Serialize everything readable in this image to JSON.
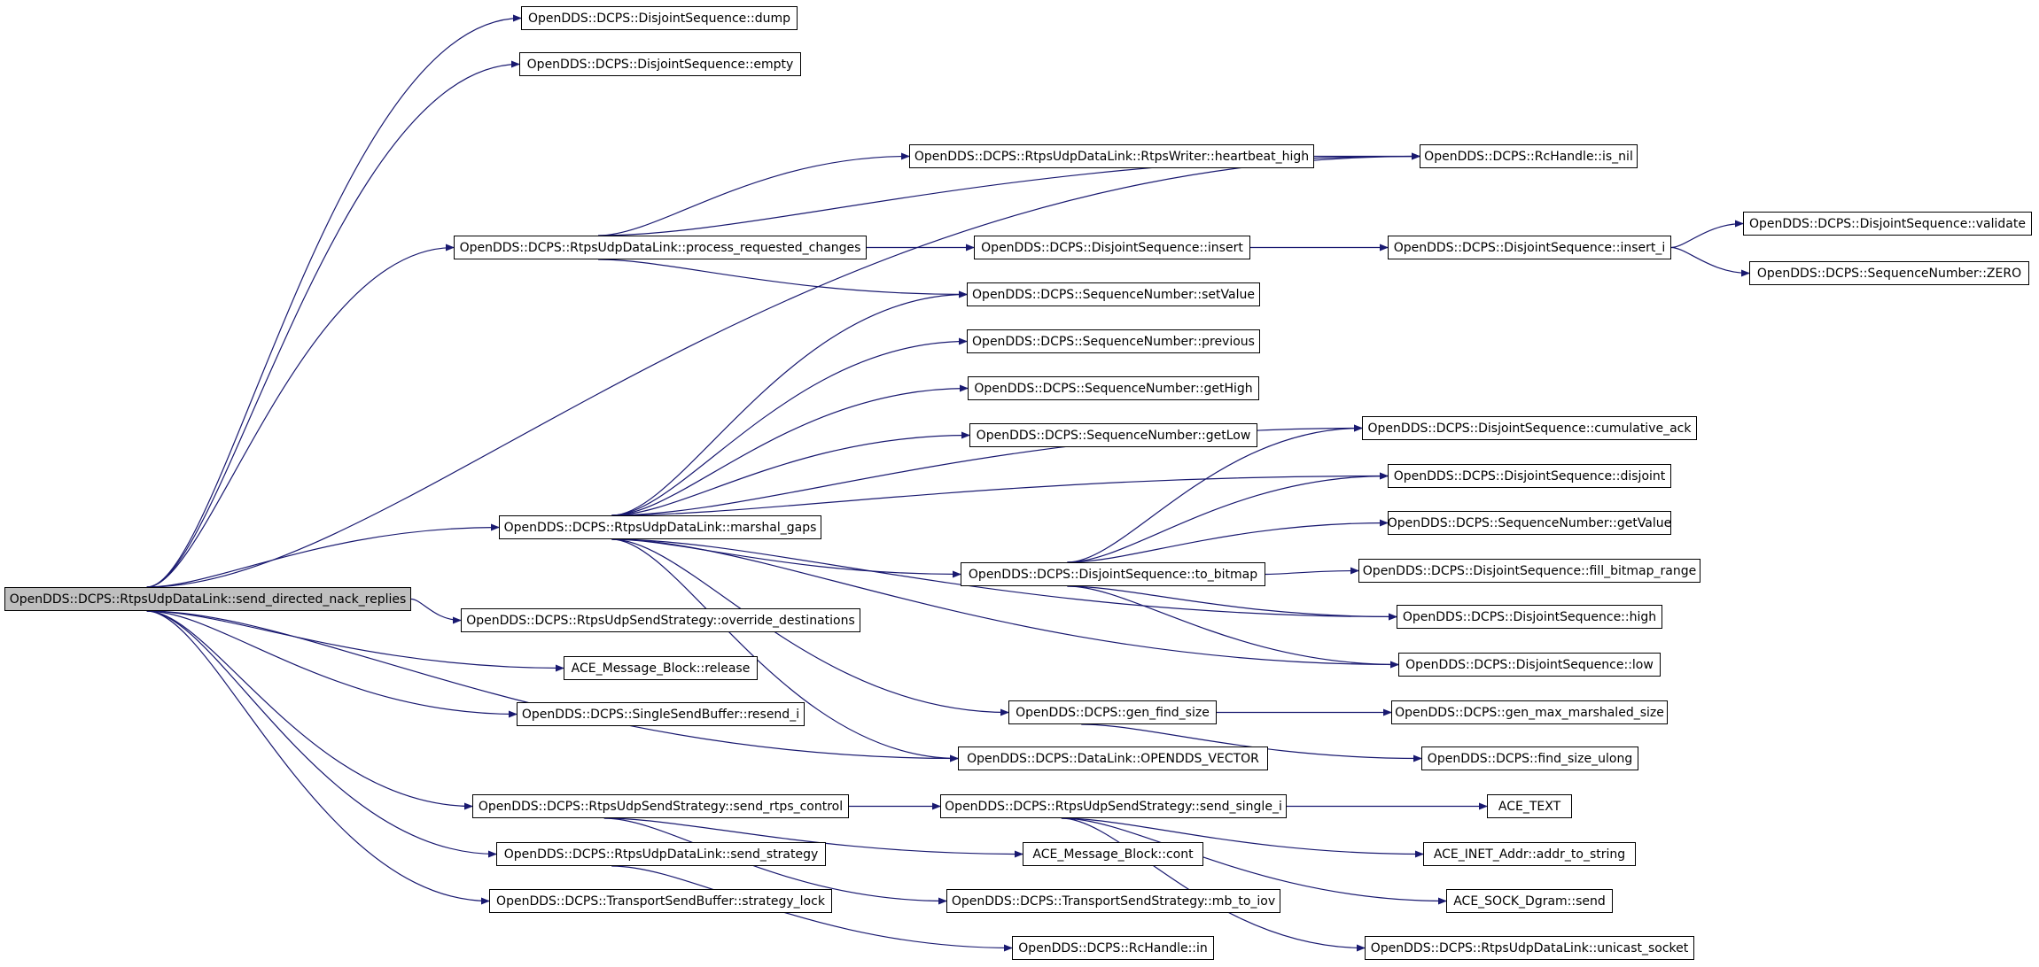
{
  "graph": {
    "root": "n_root",
    "nodes": [
      {
        "id": "n_root",
        "label": "OpenDDS::DCPS::RtpsUdpDataLink::send_directed_nack_replies"
      },
      {
        "id": "n_dump",
        "label": "OpenDDS::DCPS::DisjointSequence::dump"
      },
      {
        "id": "n_empty",
        "label": "OpenDDS::DCPS::DisjointSequence::empty"
      },
      {
        "id": "n_hb_high",
        "label": "OpenDDS::DCPS::RtpsUdpDataLink::RtpsWriter::heartbeat_high"
      },
      {
        "id": "n_is_nil",
        "label": "OpenDDS::DCPS::RcHandle::is_nil"
      },
      {
        "id": "n_prc",
        "label": "OpenDDS::DCPS::RtpsUdpDataLink::process_requested_changes"
      },
      {
        "id": "n_insert",
        "label": "OpenDDS::DCPS::DisjointSequence::insert"
      },
      {
        "id": "n_insert_i",
        "label": "OpenDDS::DCPS::DisjointSequence::insert_i"
      },
      {
        "id": "n_validate",
        "label": "OpenDDS::DCPS::DisjointSequence::validate"
      },
      {
        "id": "n_zero",
        "label": "OpenDDS::DCPS::SequenceNumber::ZERO"
      },
      {
        "id": "n_setvalue",
        "label": "OpenDDS::DCPS::SequenceNumber::setValue"
      },
      {
        "id": "n_previous",
        "label": "OpenDDS::DCPS::SequenceNumber::previous"
      },
      {
        "id": "n_gethigh",
        "label": "OpenDDS::DCPS::SequenceNumber::getHigh"
      },
      {
        "id": "n_getlow",
        "label": "OpenDDS::DCPS::SequenceNumber::getLow"
      },
      {
        "id": "n_cumack",
        "label": "OpenDDS::DCPS::DisjointSequence::cumulative_ack"
      },
      {
        "id": "n_disjoint",
        "label": "OpenDDS::DCPS::DisjointSequence::disjoint"
      },
      {
        "id": "n_marshal",
        "label": "OpenDDS::DCPS::RtpsUdpDataLink::marshal_gaps"
      },
      {
        "id": "n_getvalue",
        "label": "OpenDDS::DCPS::SequenceNumber::getValue"
      },
      {
        "id": "n_tobitmap",
        "label": "OpenDDS::DCPS::DisjointSequence::to_bitmap"
      },
      {
        "id": "n_fillbm",
        "label": "OpenDDS::DCPS::DisjointSequence::fill_bitmap_range"
      },
      {
        "id": "n_high",
        "label": "OpenDDS::DCPS::DisjointSequence::high"
      },
      {
        "id": "n_override",
        "label": "OpenDDS::DCPS::RtpsUdpSendStrategy::override_destinations"
      },
      {
        "id": "n_low",
        "label": "OpenDDS::DCPS::DisjointSequence::low"
      },
      {
        "id": "n_release",
        "label": "ACE_Message_Block::release"
      },
      {
        "id": "n_genfind",
        "label": "OpenDDS::DCPS::gen_find_size"
      },
      {
        "id": "n_genmax",
        "label": "OpenDDS::DCPS::gen_max_marshaled_size"
      },
      {
        "id": "n_resend",
        "label": "OpenDDS::DCPS::SingleSendBuffer::resend_i"
      },
      {
        "id": "n_vector",
        "label": "OpenDDS::DCPS::DataLink::OPENDDS_VECTOR"
      },
      {
        "id": "n_findulong",
        "label": "OpenDDS::DCPS::find_size_ulong"
      },
      {
        "id": "n_rtpsctl",
        "label": "OpenDDS::DCPS::RtpsUdpSendStrategy::send_rtps_control"
      },
      {
        "id": "n_single",
        "label": "OpenDDS::DCPS::RtpsUdpSendStrategy::send_single_i"
      },
      {
        "id": "n_acetext",
        "label": "ACE_TEXT"
      },
      {
        "id": "n_sendstrat",
        "label": "OpenDDS::DCPS::RtpsUdpDataLink::send_strategy"
      },
      {
        "id": "n_cont",
        "label": "ACE_Message_Block::cont"
      },
      {
        "id": "n_addr2str",
        "label": "ACE_INET_Addr::addr_to_string"
      },
      {
        "id": "n_stratlock",
        "label": "OpenDDS::DCPS::TransportSendBuffer::strategy_lock"
      },
      {
        "id": "n_mb2iov",
        "label": "OpenDDS::DCPS::TransportSendStrategy::mb_to_iov"
      },
      {
        "id": "n_dgram",
        "label": "ACE_SOCK_Dgram::send"
      },
      {
        "id": "n_rc_in",
        "label": "OpenDDS::DCPS::RcHandle::in"
      },
      {
        "id": "n_unicast",
        "label": "OpenDDS::DCPS::RtpsUdpDataLink::unicast_socket"
      }
    ],
    "edges": [
      [
        "n_root",
        "n_dump"
      ],
      [
        "n_root",
        "n_empty"
      ],
      [
        "n_root",
        "n_is_nil"
      ],
      [
        "n_root",
        "n_prc"
      ],
      [
        "n_root",
        "n_marshal"
      ],
      [
        "n_root",
        "n_vector"
      ],
      [
        "n_root",
        "n_override"
      ],
      [
        "n_root",
        "n_release"
      ],
      [
        "n_root",
        "n_resend"
      ],
      [
        "n_root",
        "n_rtpsctl"
      ],
      [
        "n_root",
        "n_sendstrat"
      ],
      [
        "n_root",
        "n_stratlock"
      ],
      [
        "n_prc",
        "n_hb_high"
      ],
      [
        "n_prc",
        "n_is_nil"
      ],
      [
        "n_prc",
        "n_insert"
      ],
      [
        "n_prc",
        "n_setvalue"
      ],
      [
        "n_hb_high",
        "n_is_nil"
      ],
      [
        "n_insert",
        "n_insert_i"
      ],
      [
        "n_insert_i",
        "n_validate"
      ],
      [
        "n_insert_i",
        "n_zero"
      ],
      [
        "n_marshal",
        "n_setvalue"
      ],
      [
        "n_marshal",
        "n_previous"
      ],
      [
        "n_marshal",
        "n_gethigh"
      ],
      [
        "n_marshal",
        "n_getlow"
      ],
      [
        "n_marshal",
        "n_cumack"
      ],
      [
        "n_marshal",
        "n_disjoint"
      ],
      [
        "n_marshal",
        "n_tobitmap"
      ],
      [
        "n_marshal",
        "n_high"
      ],
      [
        "n_marshal",
        "n_low"
      ],
      [
        "n_marshal",
        "n_genfind"
      ],
      [
        "n_marshal",
        "n_vector"
      ],
      [
        "n_tobitmap",
        "n_cumack"
      ],
      [
        "n_tobitmap",
        "n_disjoint"
      ],
      [
        "n_tobitmap",
        "n_getvalue"
      ],
      [
        "n_tobitmap",
        "n_fillbm"
      ],
      [
        "n_tobitmap",
        "n_high"
      ],
      [
        "n_tobitmap",
        "n_low"
      ],
      [
        "n_genfind",
        "n_genmax"
      ],
      [
        "n_genfind",
        "n_findulong"
      ],
      [
        "n_rtpsctl",
        "n_single"
      ],
      [
        "n_rtpsctl",
        "n_cont"
      ],
      [
        "n_rtpsctl",
        "n_mb2iov"
      ],
      [
        "n_single",
        "n_acetext"
      ],
      [
        "n_single",
        "n_addr2str"
      ],
      [
        "n_single",
        "n_dgram"
      ],
      [
        "n_single",
        "n_unicast"
      ],
      [
        "n_sendstrat",
        "n_rc_in"
      ]
    ]
  },
  "colors": {
    "edge": "#191970",
    "root_fill": "#bfbfbf",
    "node_border": "#000000",
    "node_fill": "#ffffff"
  }
}
